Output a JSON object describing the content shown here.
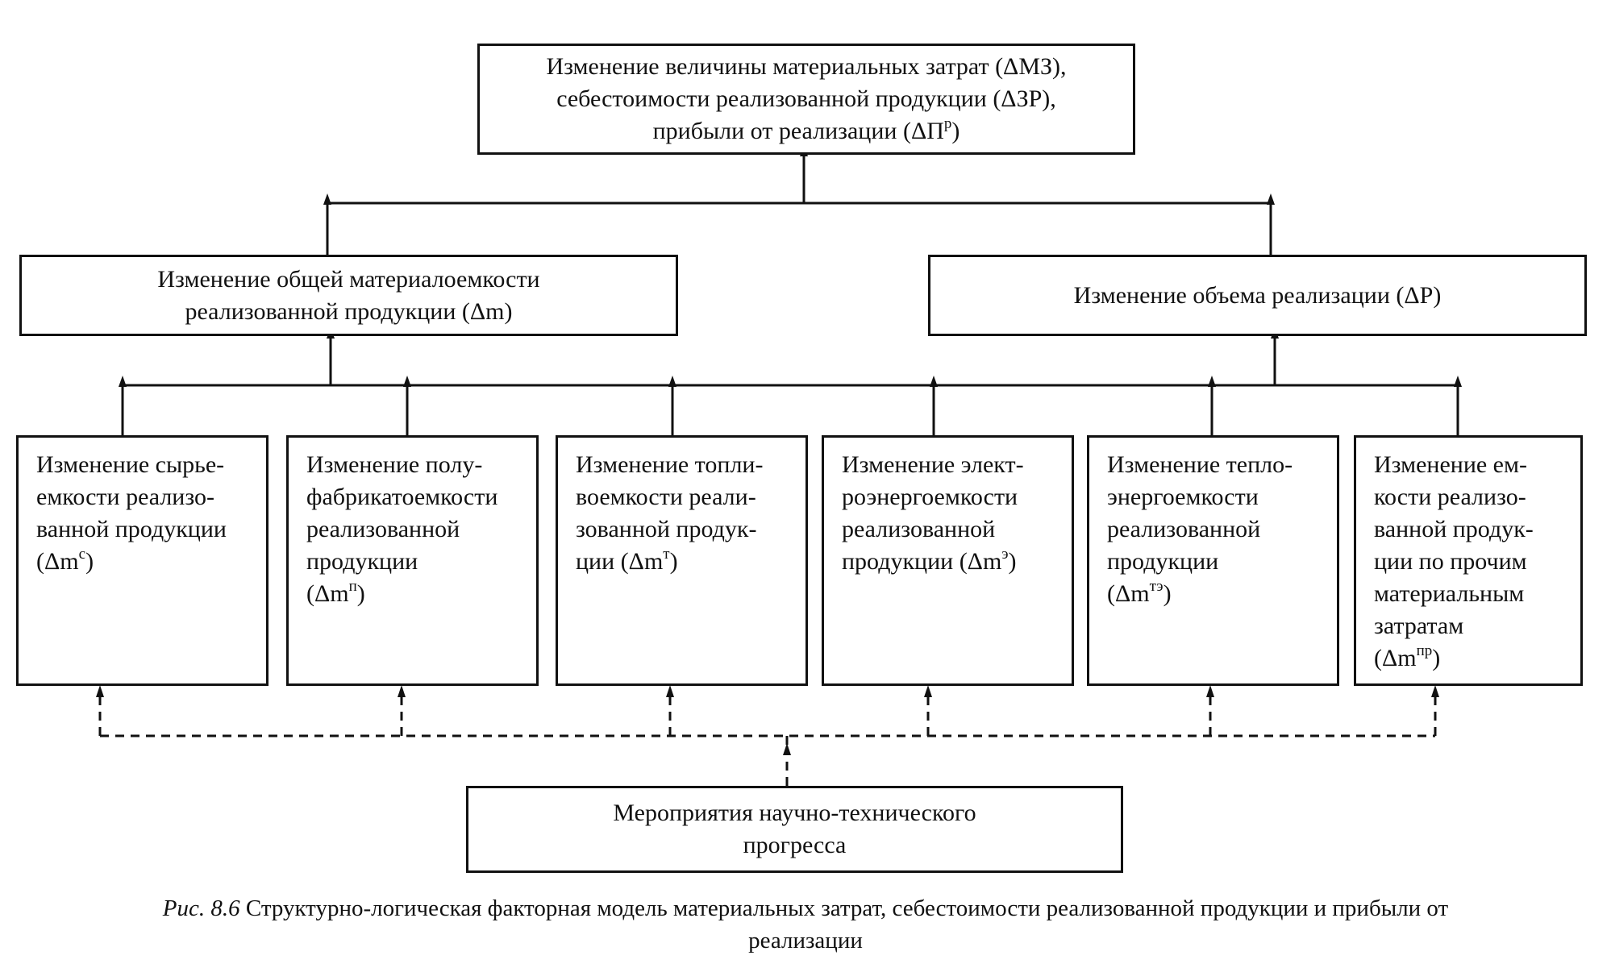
{
  "top_box": {
    "line1": "Изменение величины материальных затрат (ΔМЗ),",
    "line2": "себестоимости реализованной продукции (ΔЗР),",
    "line3_prefix": "прибыли от реализации (ΔП",
    "line3_sup": "р",
    "line3_suffix": ")"
  },
  "mid_left_box": {
    "line1": "Изменение общей материалоемкости",
    "line2": "реализованной продукции (Δm)"
  },
  "mid_right_box": {
    "line1": "Изменение объема реализации (ΔР)"
  },
  "factors": [
    {
      "lines": [
        "Изменение сырье-",
        "емкости реализо-",
        "ванной продукции"
      ],
      "sym": "(Δm",
      "sup": "с",
      "close": ")"
    },
    {
      "lines": [
        "Изменение полу-",
        "фабрикатоемкости",
        "реализованной",
        "продукции"
      ],
      "sym": "(Δm",
      "sup": "п",
      "close": ")"
    },
    {
      "lines": [
        "Изменение топли-",
        "воемкости реали-",
        "зованной продук-"
      ],
      "sym": "ции (Δm",
      "sup": "т",
      "close": ")"
    },
    {
      "lines": [
        "Изменение элект-",
        "роэнергоемкости",
        "реализованной"
      ],
      "sym": "продукции (Δm",
      "sup": "э",
      "close": ")"
    },
    {
      "lines": [
        "Изменение тепло-",
        "энергоемкости",
        "реализованной",
        "продукции"
      ],
      "sym": "(Δm",
      "sup": "тэ",
      "close": ")"
    },
    {
      "lines": [
        "Изменение ем-",
        "кости реализо-",
        "ванной продук-",
        "ции по прочим",
        "материальным",
        "затратам"
      ],
      "sym": "(Δm",
      "sup": "пр",
      "close": ")"
    }
  ],
  "bottom_box": {
    "line1": "Мероприятия научно-технического",
    "line2": "прогресса"
  },
  "caption": {
    "label": "Рис. 8.6",
    "line1": " Структурно-логическая факторная модель материальных затрат, себестоимости реализованной продукции и прибыли от",
    "line2": "реализации"
  }
}
